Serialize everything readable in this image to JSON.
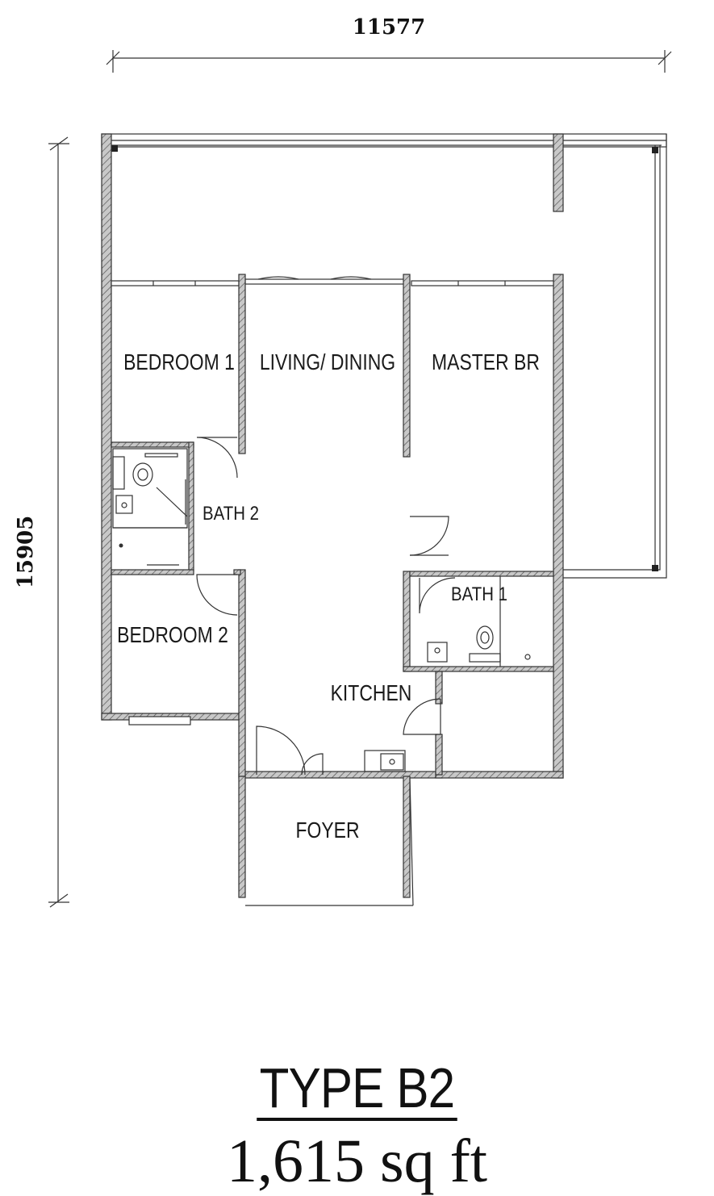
{
  "dimensions": {
    "width": "11577",
    "height": "15905"
  },
  "rooms": {
    "bedroom1": "BEDROOM 1",
    "living_dining": "LIVING/ DINING",
    "master_br": "MASTER BR",
    "bath2": "BATH 2",
    "bath1": "BATH 1",
    "bedroom2": "BEDROOM 2",
    "kitchen": "KITCHEN",
    "foyer": "FOYER"
  },
  "caption": {
    "type": "TYPE B2",
    "area": "1,615 sq ft"
  }
}
